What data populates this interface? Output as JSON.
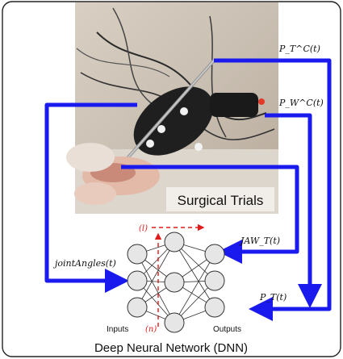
{
  "photo": {
    "label": "Surgical Trials"
  },
  "signals": {
    "tool_pos": "P_T^C(t)",
    "wrist_pos": "P_W^C(t)",
    "joint_angles": "jointAngles(t)",
    "jaw": "JAW_T(t)",
    "tool_out": "P_T(t)"
  },
  "network": {
    "inputs_label": "Inputs",
    "outputs_label": "Outputs",
    "layers_symbol": "(l)",
    "neurons_symbol": "(n)",
    "caption": "Deep Neural Network (DNN)"
  },
  "colors": {
    "arrow": "#1a1aee",
    "accent": "#e01b1b",
    "frame": "#222222"
  }
}
